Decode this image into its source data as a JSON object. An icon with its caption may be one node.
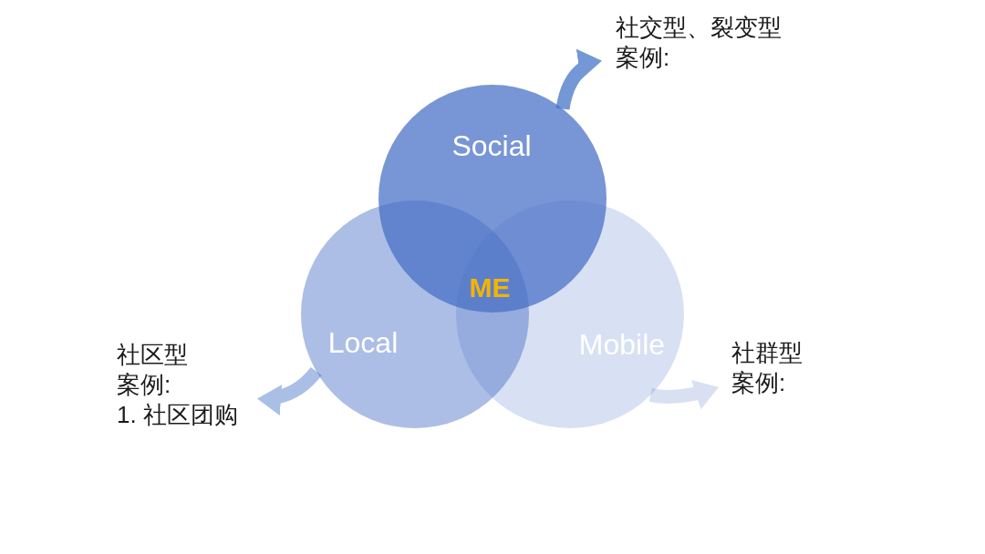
{
  "diagram": {
    "nodes": [
      {
        "text": [
          "Social"
        ]
      },
      {
        "text": [
          "Local"
        ]
      },
      {
        "text": [
          "Mobile"
        ]
      },
      {
        "text": [
          "社交型、裂变型",
          "案例:"
        ]
      },
      {
        "text": [
          "社区型",
          "案例:",
          "1. 社区团购"
        ]
      },
      {
        "text": [
          "社群型",
          "案例:"
        ]
      }
    ],
    "edges": [
      {
        "from": 0,
        "to": 3,
        "arrow": "to",
        "color": "#7497d6"
      },
      {
        "from": 1,
        "to": 4,
        "arrow": "to",
        "color": "#aabfe6"
      },
      {
        "from": 2,
        "to": 5,
        "arrow": "to",
        "color": "#d8e0f2"
      }
    ],
    "labels": [
      "ME"
    ]
  }
}
